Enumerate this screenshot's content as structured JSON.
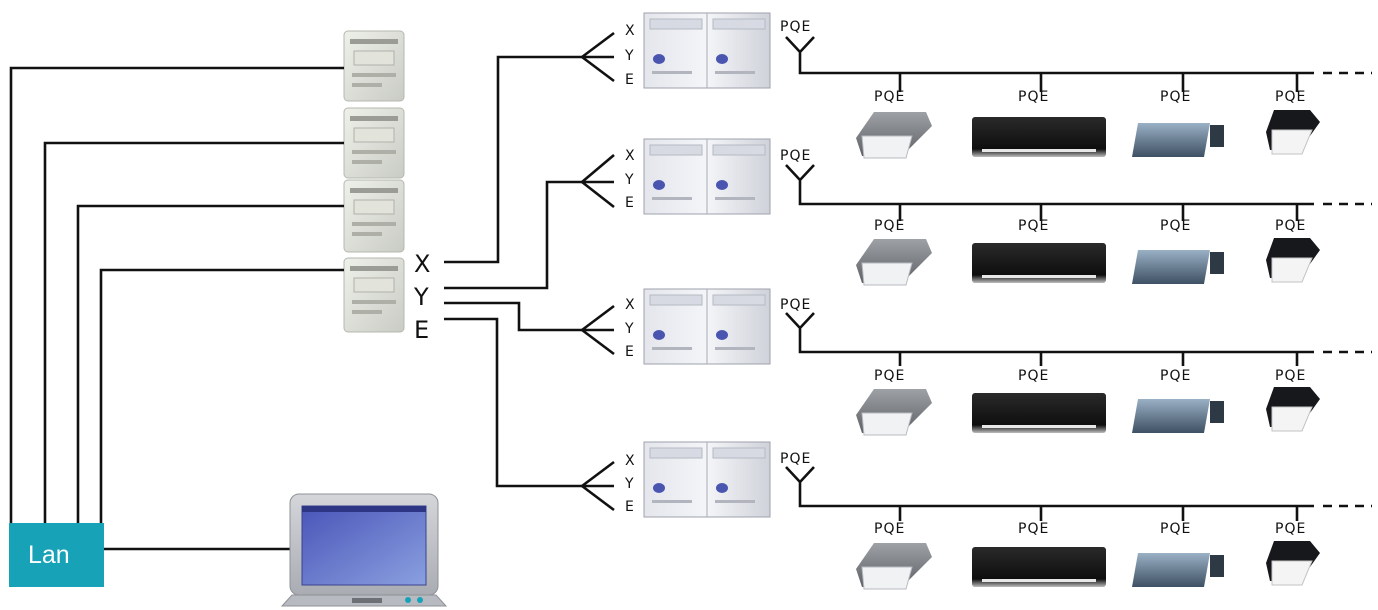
{
  "lan_box": {
    "label": "Lan",
    "color": "#17a2b8"
  },
  "gateway_terminals": [
    "X",
    "Y",
    "E"
  ],
  "outdoor_terminals": [
    "X",
    "Y",
    "E"
  ],
  "outdoor_bus_label": "PQE",
  "indoor_labels": [
    "PQE",
    "PQE",
    "PQE",
    "PQE"
  ],
  "indoor_unit_types": [
    "ceiling-cassette-4way",
    "wall-mounted-split",
    "ducted-unit",
    "compact-cassette"
  ],
  "gateway_module_count": 4,
  "system_count": 4
}
